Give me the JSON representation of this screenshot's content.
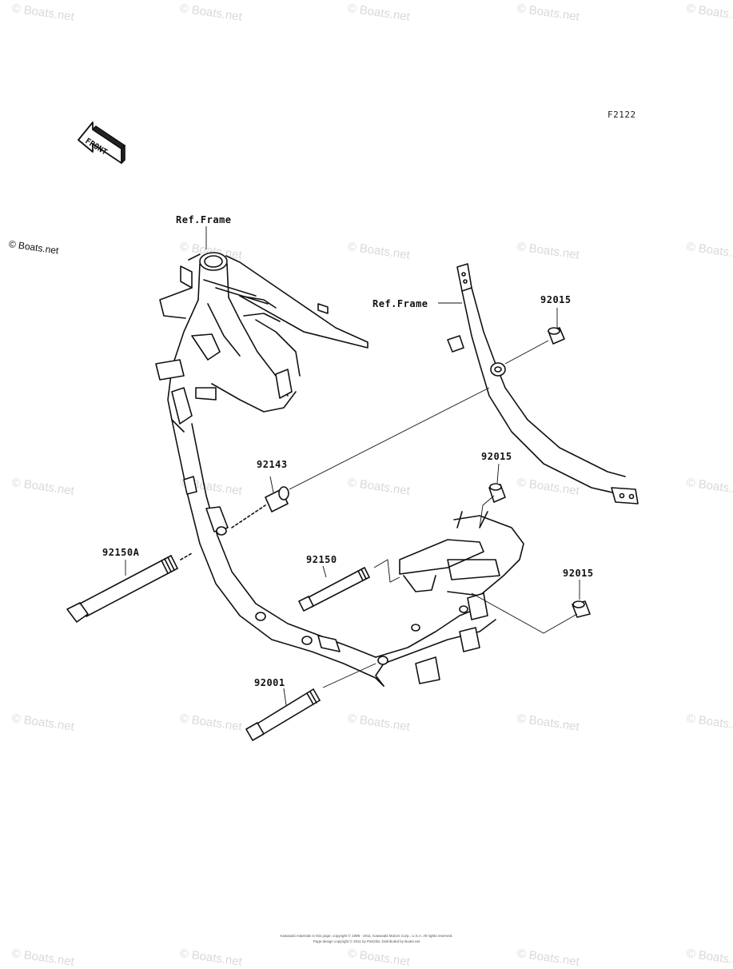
{
  "diagram_code": "F2122",
  "front_label": "FRONT",
  "copyright_mark": "© Boats.net",
  "watermark_text": "© Boats.net",
  "legal_line_1": "Kawasaki materials in this page, copyright © 1998 - 2011, Kawasaki Motors Corp., U.S.A. All rights reserved.",
  "legal_line_2": "Page design copyright © 2011 by Partzilla. Distributed by Boats.net",
  "labels": {
    "ref_frame_left": "Ref.Frame",
    "ref_frame_right": "Ref.Frame",
    "part_92015_top": "92015",
    "part_92143": "92143",
    "part_92015_mid": "92015",
    "part_92150a": "92150A",
    "part_92150": "92150",
    "part_92015_low": "92015",
    "part_92001": "92001"
  }
}
